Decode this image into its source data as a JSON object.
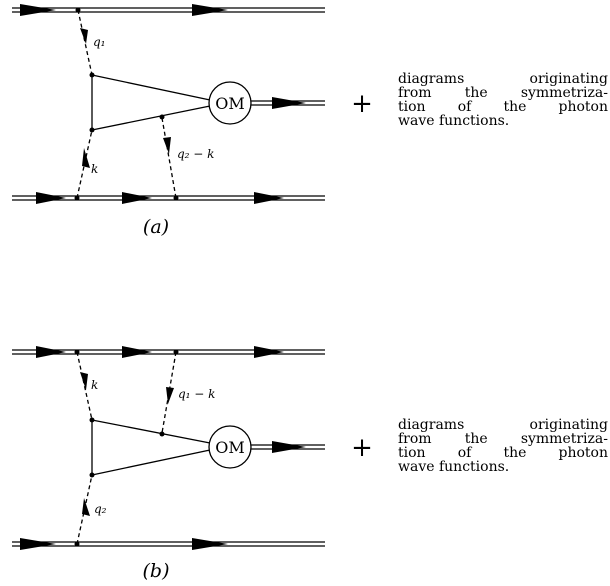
{
  "diagram_a": {
    "labels": {
      "q1": "q₁",
      "k": "k",
      "q2_minus_k": "q₂ − k"
    },
    "om": "OM",
    "plus": "+",
    "caption": "(a)",
    "note": [
      "diagrams originating",
      "from the symmetriza-",
      "tion of the photon",
      "wave functions."
    ]
  },
  "diagram_b": {
    "labels": {
      "k": "k",
      "q1_minus_k": "q₁ − k",
      "q2": "q₂"
    },
    "om": "OM",
    "plus": "+",
    "caption": "(b)",
    "note": [
      "diagrams originating",
      "from the symmetriza-",
      "tion of the photon",
      "wave functions."
    ]
  }
}
